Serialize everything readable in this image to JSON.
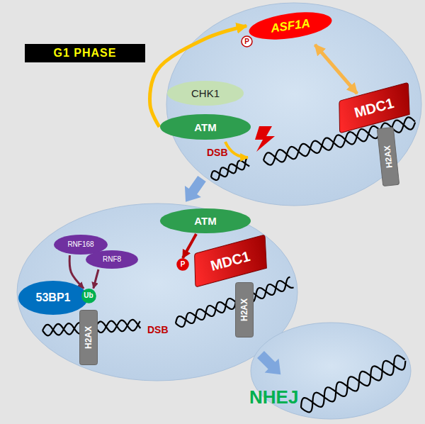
{
  "diagram": {
    "title": "G1 PHASE",
    "nodes": [
      {
        "text": [
          "ASF1A"
        ]
      },
      {
        "text": [
          "P"
        ]
      },
      {
        "text": [
          "CHK1"
        ]
      },
      {
        "text": [
          "ATM"
        ]
      },
      {
        "text": [
          "MDC1"
        ]
      },
      {
        "text": [
          "H2AX"
        ]
      },
      {
        "text": [
          "ATM"
        ]
      },
      {
        "text": [
          "RNF168"
        ]
      },
      {
        "text": [
          "RNF8"
        ]
      },
      {
        "text": [
          "P"
        ]
      },
      {
        "text": [
          "MDC1"
        ]
      },
      {
        "text": [
          "H2AX"
        ]
      },
      {
        "text": [
          "53BP1"
        ]
      },
      {
        "text": [
          "Ub"
        ]
      },
      {
        "text": [
          "H2AX"
        ]
      }
    ],
    "edges": [
      {
        "from": 3,
        "to": 0,
        "arrow": "to"
      },
      {
        "from": 0,
        "to": 4,
        "arrow": "both"
      },
      {
        "from": 6,
        "to": 9,
        "arrow": "to"
      },
      {
        "from": 7,
        "to": 13,
        "arrow": "to"
      },
      {
        "from": 8,
        "to": 13,
        "arrow": "to"
      }
    ],
    "labels": [
      "DSB",
      "DSB",
      "NHEJ"
    ]
  }
}
